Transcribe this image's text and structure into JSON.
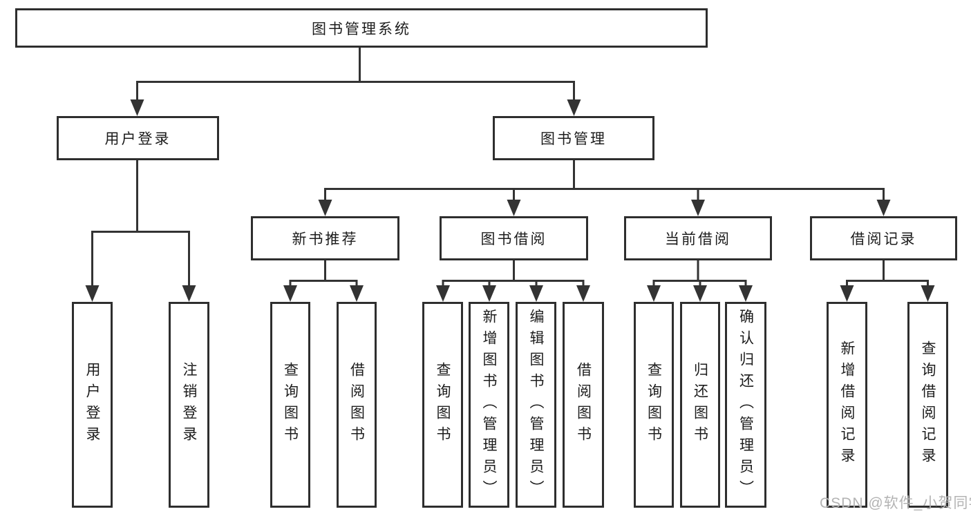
{
  "diagram": {
    "root": "图书管理系统",
    "level2": {
      "user_login": "用户登录",
      "book_mgmt": "图书管理"
    },
    "level3": {
      "new_books": "新书推荐",
      "borrow": "图书借阅",
      "current": "当前借阅",
      "records": "借阅记录"
    },
    "leaves": {
      "user_login": [
        "用户登录",
        "注销登录"
      ],
      "new_books": [
        "查询图书",
        "借阅图书"
      ],
      "borrow": [
        "查询图书",
        "新增图书（管理员）",
        "编辑图书（管理员）",
        "借阅图书"
      ],
      "current": [
        "查询图书",
        "归还图书",
        "确认归还（管理员）"
      ],
      "records": [
        "新增借阅记录",
        "查询借阅记录"
      ]
    }
  },
  "watermark": "CSDN @软件_小贺同学",
  "colors": {
    "line": "#333333",
    "border": "#2e2e2e",
    "text": "#1c1c1c",
    "watermark": "#b3b3b3",
    "background": "#ffffff"
  }
}
